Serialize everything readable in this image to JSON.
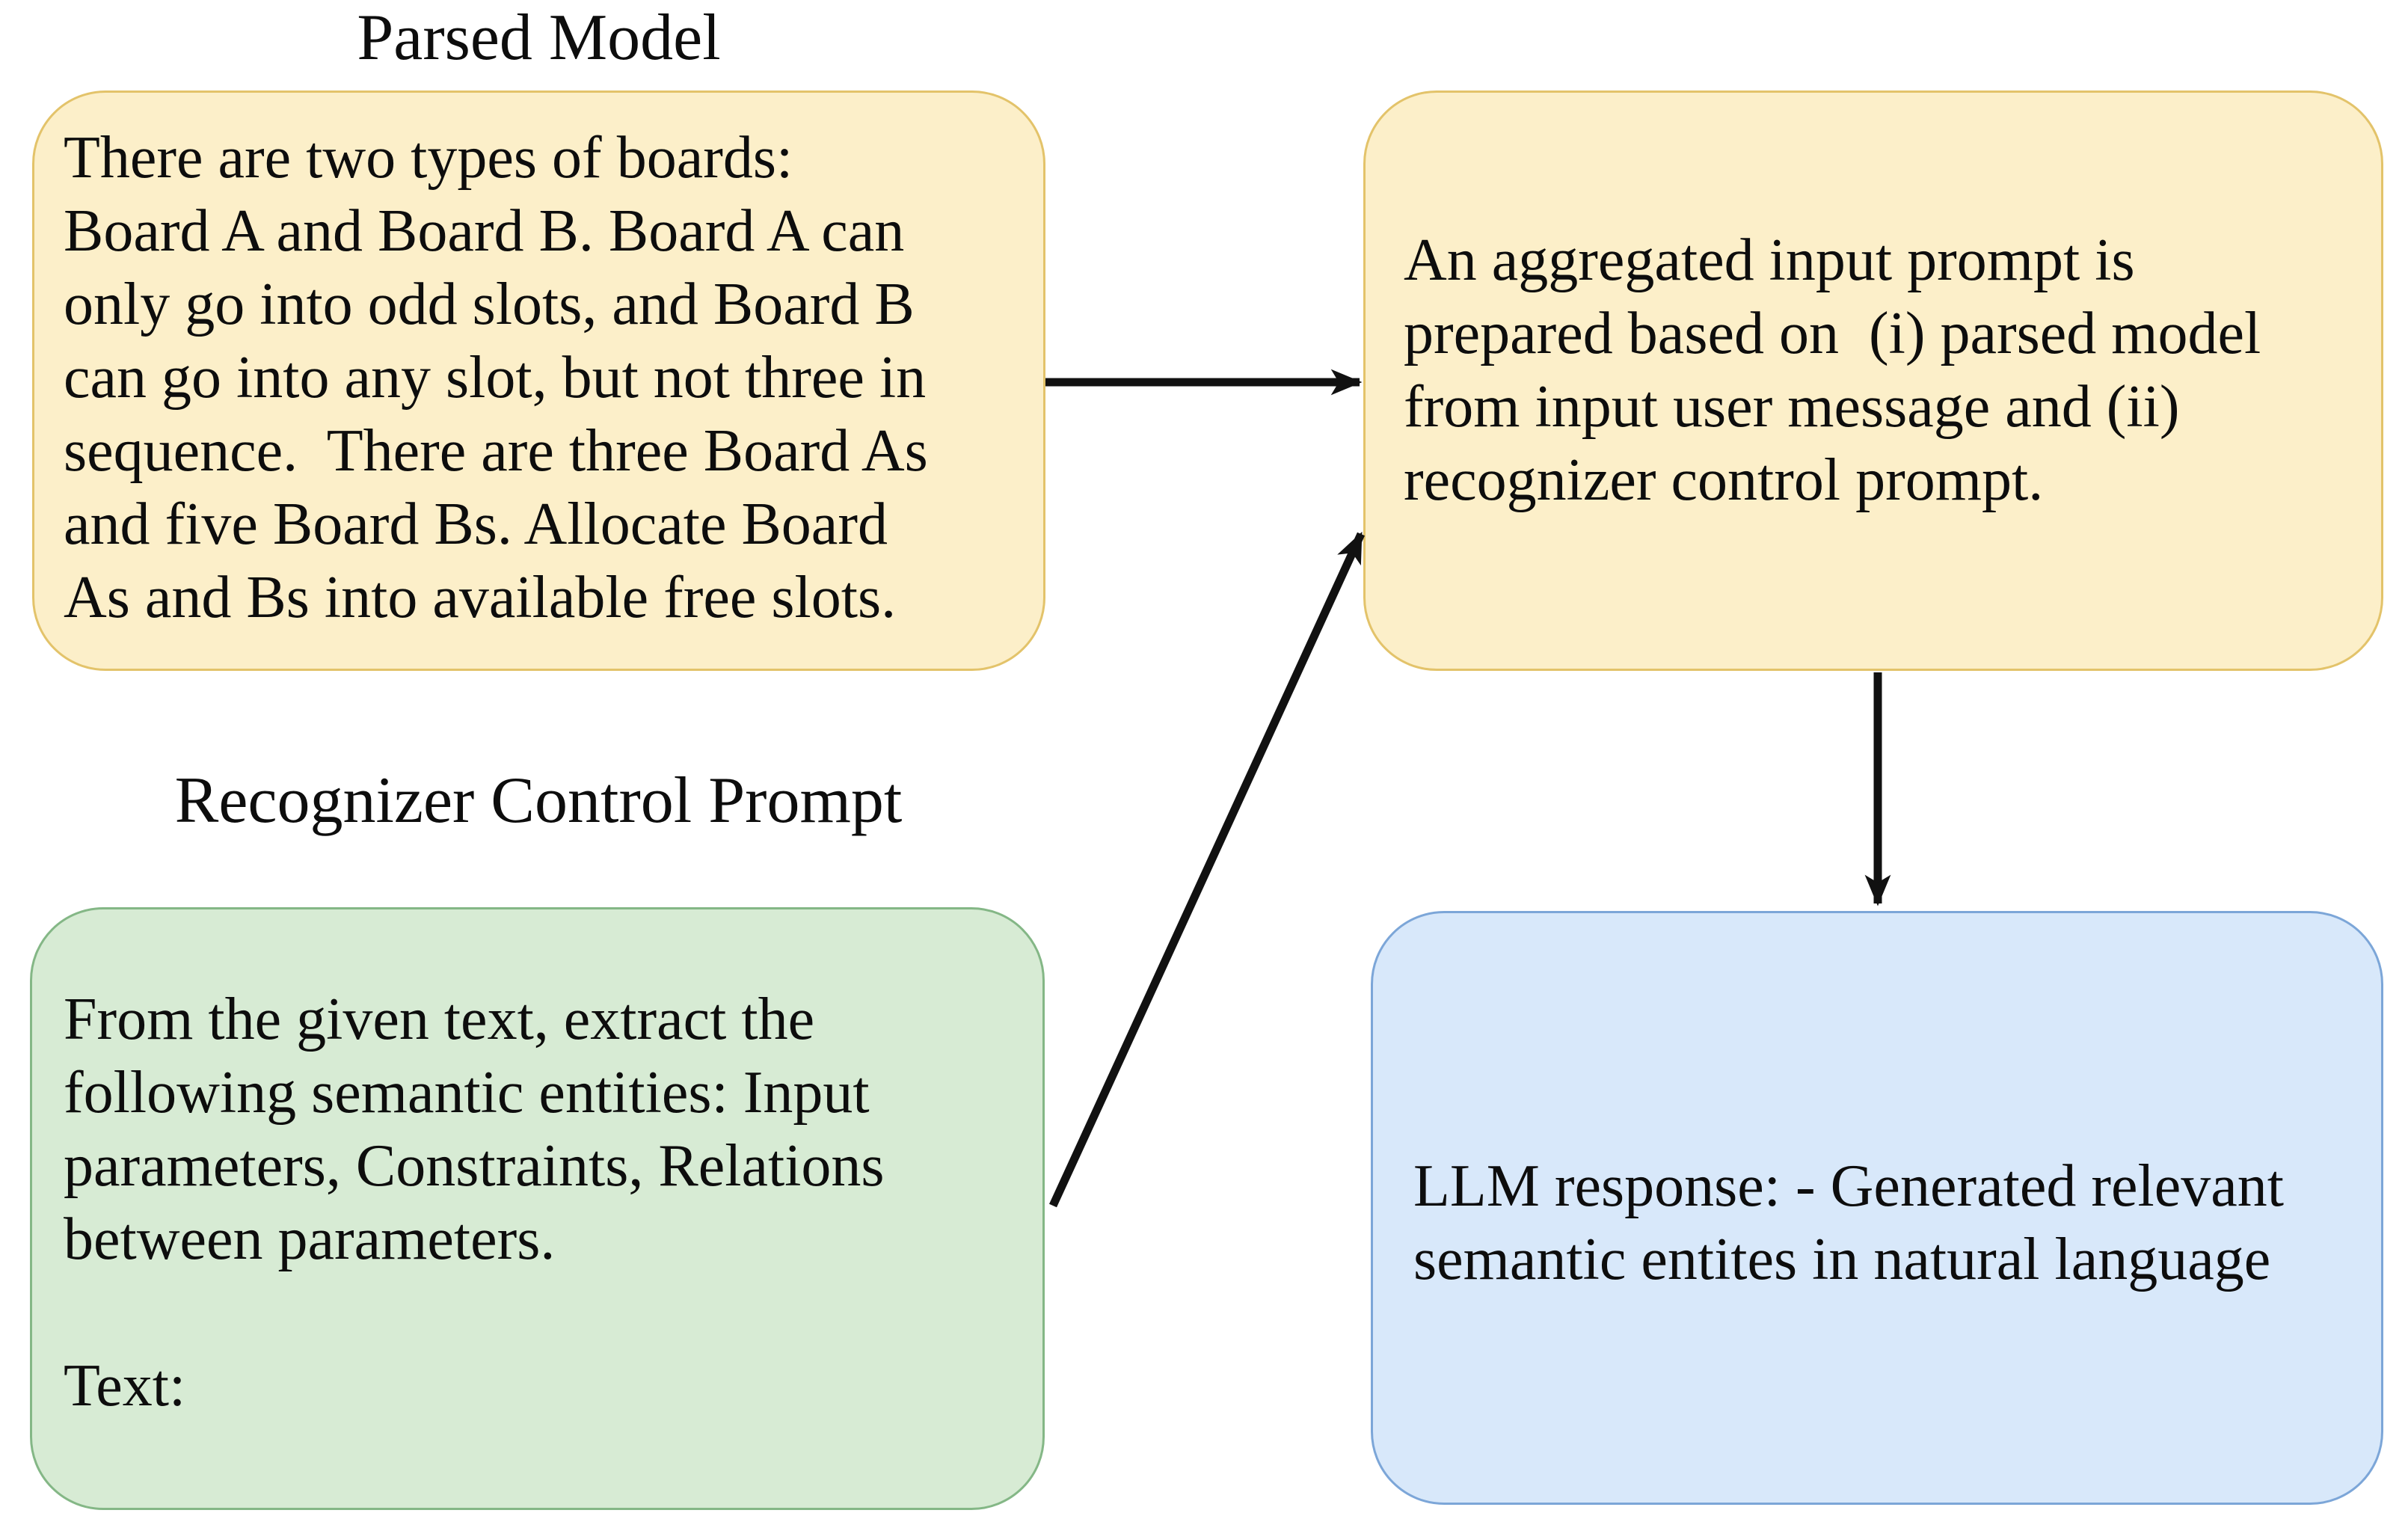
{
  "labels": {
    "parsed_model": "Parsed Model",
    "recognizer_control_prompt": "Recognizer Control Prompt"
  },
  "boxes": {
    "parsed_model": {
      "lines": [
        "There are two types of boards:",
        "Board A and Board B. Board A can",
        "only go into odd slots, and Board B",
        "can go into any slot, but not three in",
        "sequence.  There are three Board As",
        "and five Board Bs. Allocate Board",
        "As and Bs into available free slots."
      ]
    },
    "aggregated_prompt": {
      "lines": [
        "An aggregated input prompt is",
        "prepared based on  (i) parsed model",
        "from input user message and (ii)",
        "recognizer control prompt."
      ]
    },
    "recognizer_control_prompt": {
      "lines": [
        "From the given text, extract the",
        "following semantic entities: Input",
        "parameters, Constraints, Relations",
        "between parameters.",
        "",
        "Text:"
      ]
    },
    "llm_response": {
      "lines": [
        "LLM response: - Generated relevant",
        "semantic entites in natural language"
      ]
    }
  },
  "arrows": [
    {
      "name": "parsed-model-to-aggregated-prompt",
      "from": "parsed_model",
      "to": "aggregated_prompt"
    },
    {
      "name": "recognizer-control-prompt-to-aggregated-prompt",
      "from": "recognizer_control_prompt",
      "to": "aggregated_prompt"
    },
    {
      "name": "aggregated-prompt-to-llm-response",
      "from": "aggregated_prompt",
      "to": "llm_response"
    }
  ],
  "colors": {
    "background": "#ffffff",
    "text": "#0d0d0d",
    "arrow": "#111111",
    "parsed_model_fill": "#FCEFC9",
    "parsed_model_border": "#E3C36A",
    "aggregated_prompt_fill": "#FCEFC9",
    "aggregated_prompt_border": "#E3C36A",
    "recognizer_fill": "#D7EBD4",
    "recognizer_border": "#84B786",
    "llm_fill": "#D8E8FA",
    "llm_border": "#7CA6D8"
  }
}
